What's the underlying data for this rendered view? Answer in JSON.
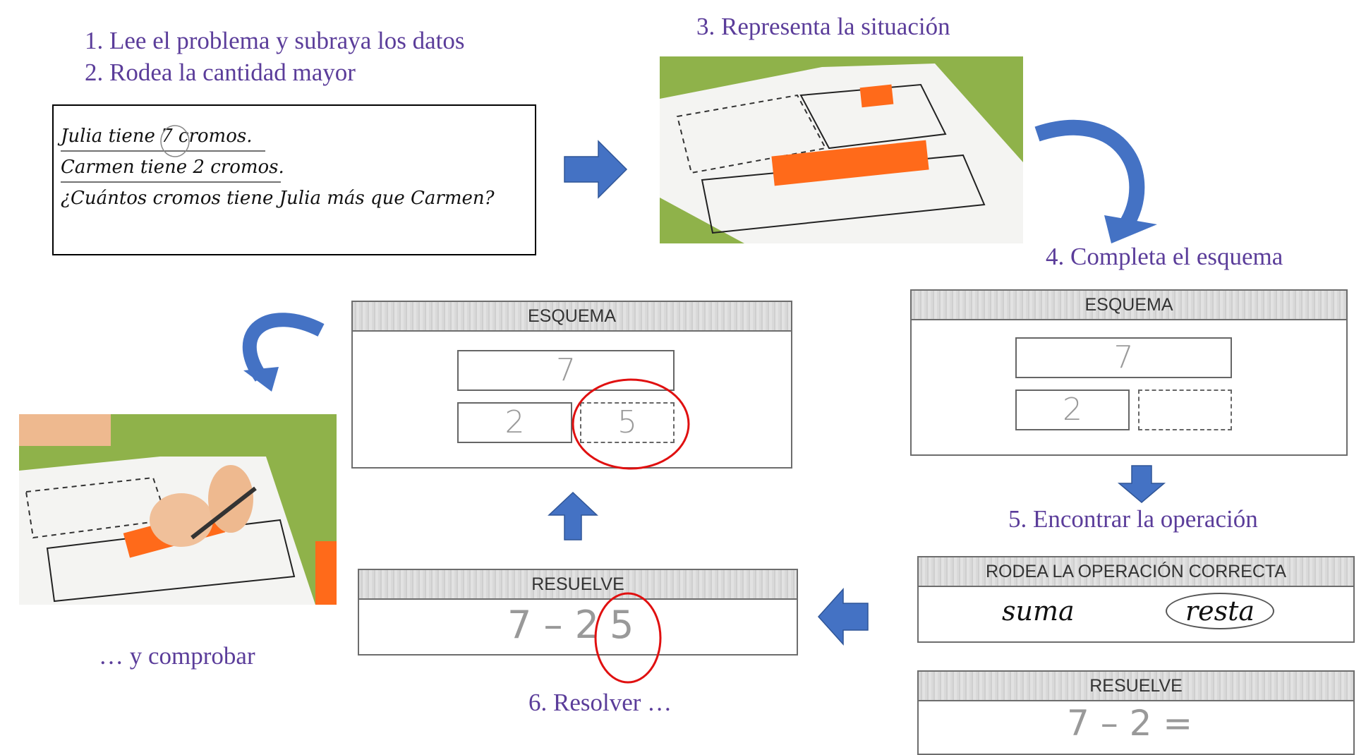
{
  "steps": {
    "s1": "1.   Lee el problema y subraya los datos",
    "s2": "2.   Rodea la cantidad mayor",
    "s3": "3. Representa la situación",
    "s4": "4. Completa el esquema",
    "s5": "5. Encontrar la operación",
    "s6": "6. Resolver …",
    "s7": "… y comprobar"
  },
  "problem": {
    "line1": "Julia tiene 7 cromos.",
    "line2": "Carmen tiene 2 cromos.",
    "line3": "¿Cuántos cromos tiene Julia más que Carmen?"
  },
  "esquema_right": {
    "title": "ESQUEMA",
    "top": "7",
    "left": "2",
    "right": ""
  },
  "esquema_center": {
    "title": "ESQUEMA",
    "top": "7",
    "left": "2",
    "right": "5"
  },
  "operacion": {
    "title": "RODEA LA OPERACIÓN CORRECTA",
    "opt1": "suma",
    "opt2": "resta"
  },
  "resuelve_right": {
    "title": "RESUELVE",
    "expr": "7 – 2 ="
  },
  "resuelve_center": {
    "title": "RESUELVE",
    "expr": "7 – 2",
    "answer": "5"
  },
  "colors": {
    "step_text": "#5b3d9a",
    "arrow": "#4472c4",
    "circle": "#e01010",
    "table": "#8fb24a",
    "block": "#ff6a1a"
  }
}
